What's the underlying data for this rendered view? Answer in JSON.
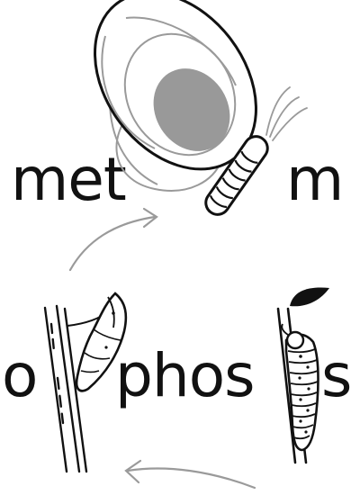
{
  "logo": {
    "text_top_left": "met",
    "text_top_right": "m",
    "text_bottom_left": "o",
    "text_bottom_middle": "phos",
    "text_bottom_right": "s",
    "reads_as": "metamorphosis"
  },
  "icons": [
    "butterfly-icon",
    "pupa-icon",
    "caterpillar-icon",
    "cycle-arrow-icon"
  ],
  "colors": {
    "ink": "#111111",
    "grey_outline": "#9a9a9a",
    "grey_fill": "#999999",
    "background": "#ffffff"
  }
}
